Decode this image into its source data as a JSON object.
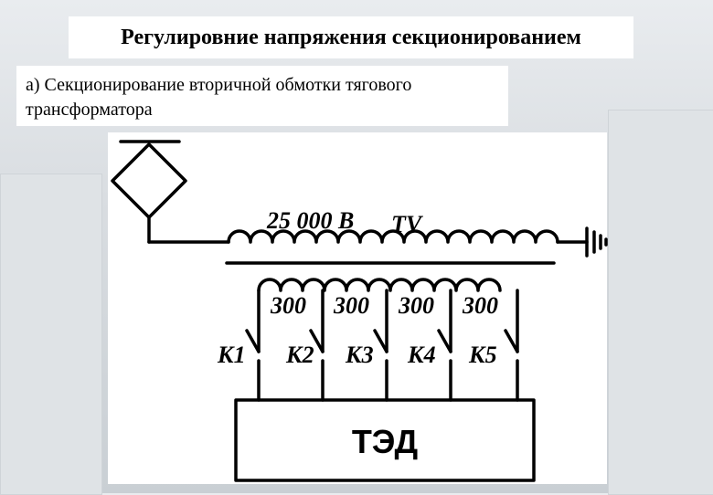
{
  "slide": {
    "title": "Регулировние напряжения секционированием",
    "subtitle": "а) Секционирование вторичной обмотки тягового трансформатора"
  },
  "diagram": {
    "primary_voltage": "25 000 В",
    "transformer_label": "TV",
    "sections": [
      "300",
      "300",
      "300",
      "300"
    ],
    "switches": [
      "К1",
      "К2",
      "К3",
      "К4",
      "К5"
    ],
    "load_label": "ТЭД"
  }
}
